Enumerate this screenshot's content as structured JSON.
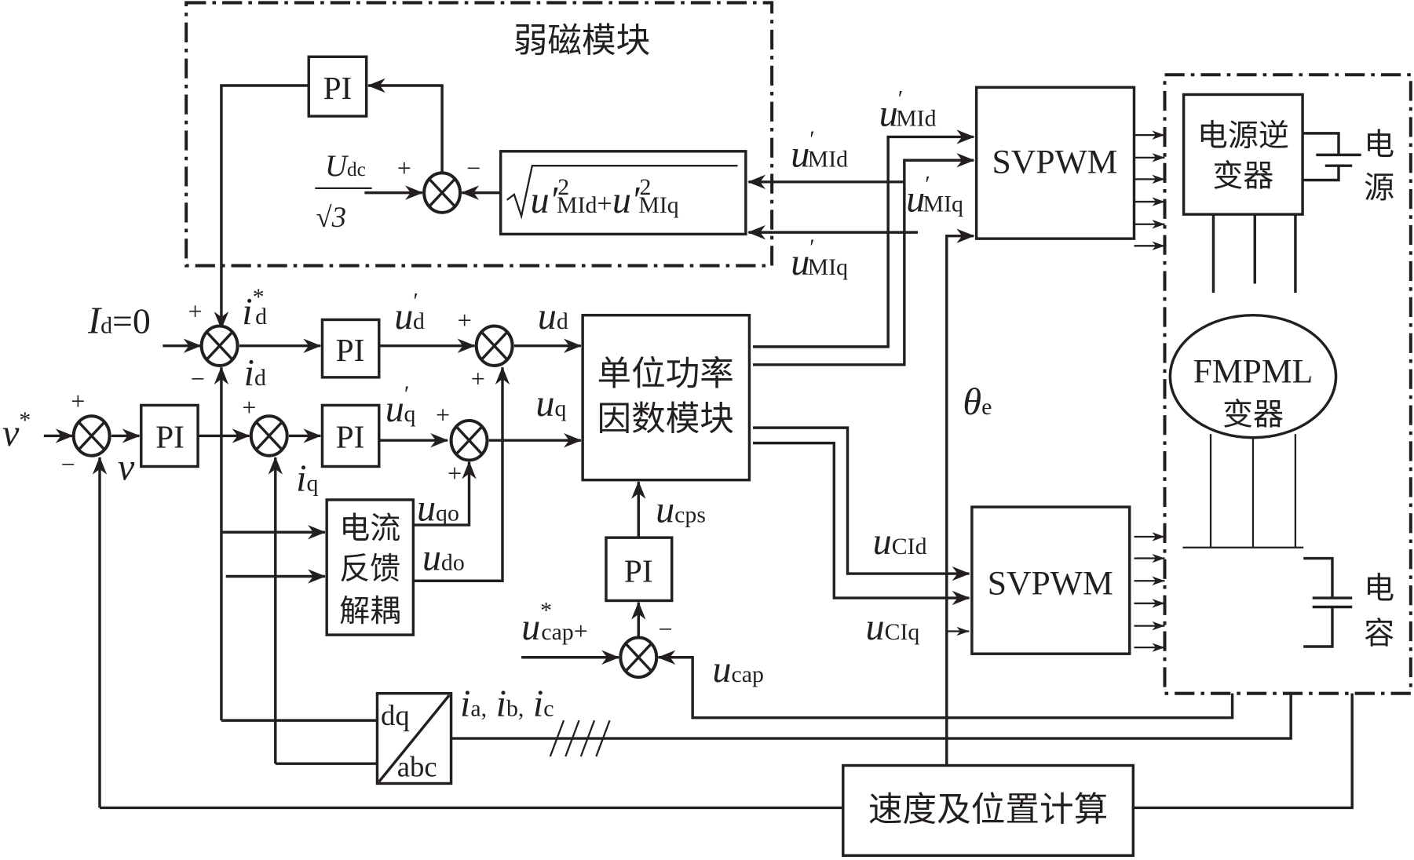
{
  "diagram": {
    "field_weakening_module": {
      "title": "弱磁模块",
      "pi_label": "PI",
      "udc_num": "U",
      "udc_sub": "dc",
      "udc_den": "√3",
      "sqrt_expr_a": "u′",
      "sqrt_expr_a_sub": "MId",
      "sqrt_expr_b": "u′",
      "sqrt_expr_b_sub": "MIq",
      "sqrt_sup": "2",
      "plus": "+",
      "minus": "−"
    },
    "signals": {
      "u_mid_top": {
        "main": "u",
        "sub": "MId",
        "prime": "′"
      },
      "u_mid_left": {
        "main": "u",
        "sub": "MId",
        "prime": "′"
      },
      "u_miq_mid": {
        "main": "u",
        "sub": "MIq",
        "prime": "′"
      },
      "u_miq_bottom": {
        "main": "u",
        "sub": "MIq",
        "prime": "′"
      },
      "id_ref": {
        "main": "I",
        "sub": "d",
        "tail": "=0"
      },
      "id_star": {
        "main": "i",
        "sub": "d",
        "sup": "*"
      },
      "id": {
        "main": "i",
        "sub": "d"
      },
      "iq": {
        "main": "i",
        "sub": "q"
      },
      "ud_prime": {
        "main": "u",
        "sub": "d",
        "prime": "′"
      },
      "uq_prime": {
        "main": "u",
        "sub": "q",
        "prime": "′"
      },
      "ud": {
        "main": "u",
        "sub": "d"
      },
      "uq": {
        "main": "u",
        "sub": "q"
      },
      "uqo": {
        "main": "u",
        "sub": "qo"
      },
      "udo": {
        "main": "u",
        "sub": "do"
      },
      "v_star": {
        "main": "v",
        "sup": "*"
      },
      "v": {
        "main": "v"
      },
      "ucps": {
        "main": "u",
        "sub": "cps"
      },
      "ucap_star": {
        "main": "u",
        "sub": "cap",
        "sup": "*"
      },
      "ucap": {
        "main": "u",
        "sub": "cap"
      },
      "theta_e": {
        "main": "θ",
        "sub": "e"
      },
      "ucid": {
        "main": "u",
        "sub": "CId"
      },
      "uciq": {
        "main": "u",
        "sub": "CIq"
      },
      "iabc": {
        "a": "i",
        "a_sub": "a,",
        "b": "i",
        "b_sub": "b,",
        "c": "i",
        "c_sub": "c"
      }
    },
    "blocks": {
      "pi": "PI",
      "svpwm_top": "SVPWM",
      "svpwm_bottom": "SVPWM",
      "upf_line1": "单位功率",
      "upf_line2": "因数模块",
      "decouple_line1": "电流",
      "decouple_line2": "反馈",
      "decouple_line3": "解耦",
      "dq": "dq",
      "abc": "abc",
      "speed_pos": "速度及位置计算",
      "inverter_line1": "电源逆",
      "inverter_line2": "变器",
      "motor_line1": "FMPML",
      "motor_line2": "变器",
      "source_1": "电",
      "source_2": "源",
      "cap_1": "电",
      "cap_2": "容"
    },
    "signs": {
      "plus": "+",
      "minus": "−"
    }
  }
}
